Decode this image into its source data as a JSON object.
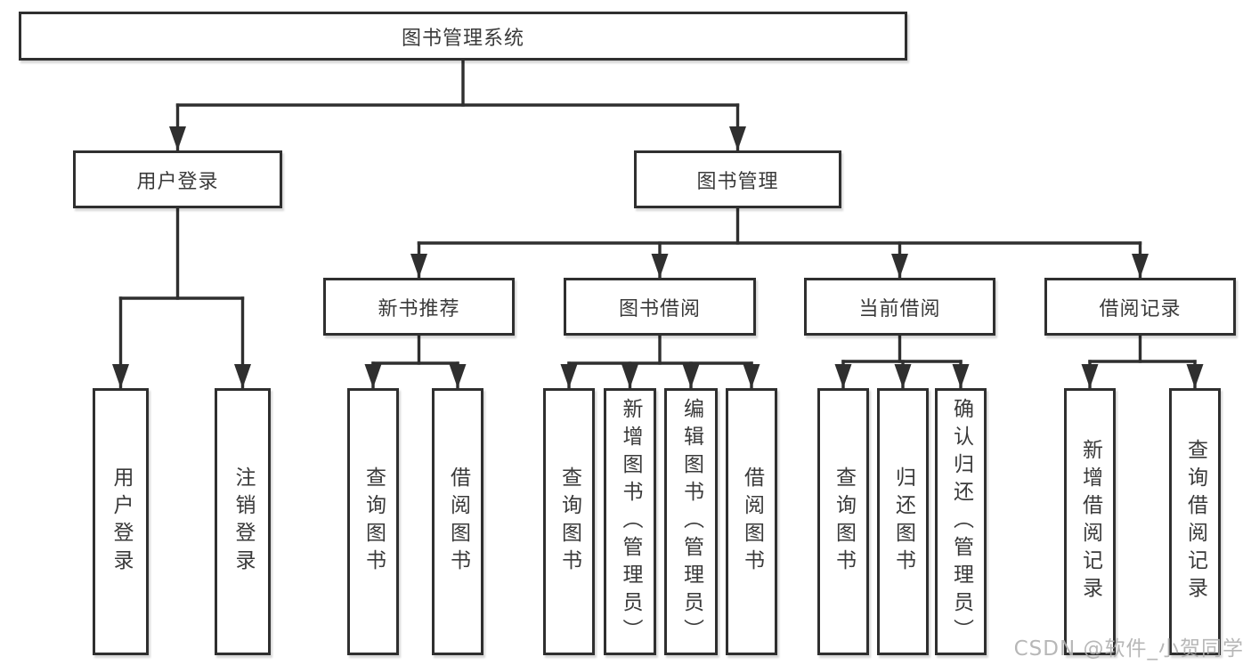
{
  "tree": {
    "label": "图书管理系统",
    "children": [
      {
        "label": "用户登录",
        "children": [
          {
            "label": "用户登录"
          },
          {
            "label": "注销登录"
          }
        ]
      },
      {
        "label": "图书管理",
        "children": [
          {
            "label": "新书推荐",
            "children": [
              {
                "label": "查询图书"
              },
              {
                "label": "借阅图书"
              }
            ]
          },
          {
            "label": "图书借阅",
            "children": [
              {
                "label": "查询图书"
              },
              {
                "label": "新增图书（管理员）"
              },
              {
                "label": "编辑图书（管理员）"
              },
              {
                "label": "借阅图书"
              }
            ]
          },
          {
            "label": "当前借阅",
            "children": [
              {
                "label": "查询图书"
              },
              {
                "label": "归还图书"
              },
              {
                "label": "确认归还（管理员）"
              }
            ]
          },
          {
            "label": "借阅记录",
            "children": [
              {
                "label": "新增借阅记录"
              },
              {
                "label": "查询借阅记录"
              }
            ]
          }
        ]
      }
    ]
  },
  "watermark": "CSDN @软件_小贺同学",
  "colors": {
    "line": "#2f2f2f",
    "text": "#3a3a3a",
    "background": "#ffffff",
    "watermark": "#b0b0b0"
  }
}
